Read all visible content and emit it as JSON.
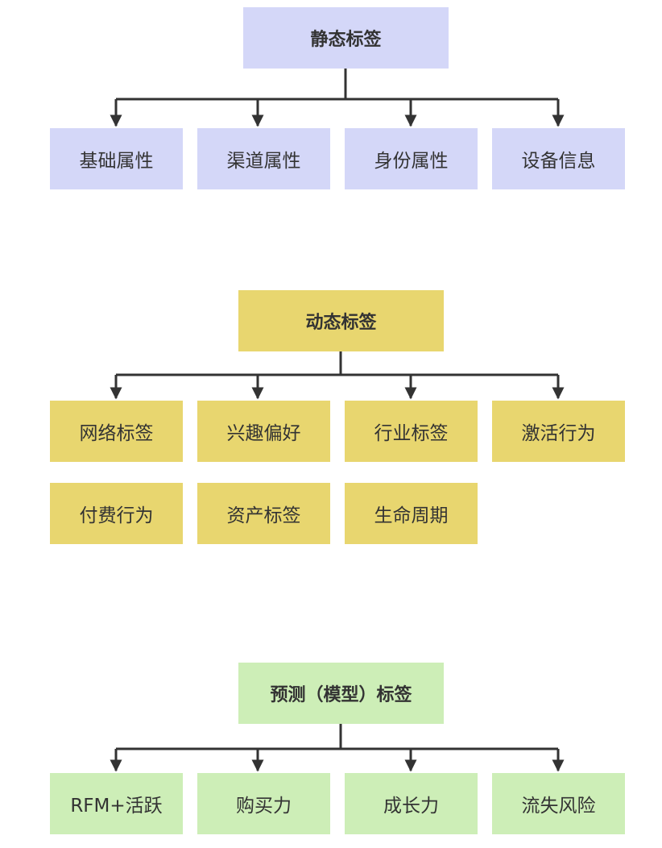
{
  "colors": {
    "static_fill": "#d4d7f8",
    "dynamic_fill": "#e8d66f",
    "predict_fill": "#cdeeb7",
    "connector": "#333333",
    "text": "#333333"
  },
  "static_group": {
    "root": "静态标签",
    "children": [
      "基础属性",
      "渠道属性",
      "身份属性",
      "设备信息"
    ]
  },
  "dynamic_group": {
    "root": "动态标签",
    "children": [
      "网络标签",
      "兴趣偏好",
      "行业标签",
      "激活行为",
      "付费行为",
      "资产标签",
      "生命周期"
    ]
  },
  "predict_group": {
    "root": "预测（模型）标签",
    "children": [
      "RFM+活跃",
      "购买力",
      "成长力",
      "流失风险"
    ]
  }
}
